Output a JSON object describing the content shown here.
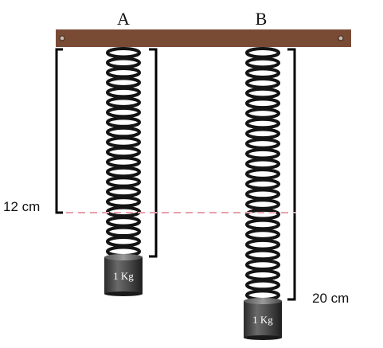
{
  "springs": [
    {
      "label": "A",
      "mass_label": "1 Kg",
      "coils": 21
    },
    {
      "label": "B",
      "mass_label": "1 Kg",
      "coils": 25
    }
  ],
  "measurements": [
    {
      "value": "12 cm"
    },
    {
      "value": "20 cm"
    }
  ],
  "colors": {
    "beam": "#7a4b34",
    "spring": "#141414",
    "mass_body": "#3f3f3f",
    "bracket": "#000000",
    "dashed_line": "#e8a0a8"
  }
}
